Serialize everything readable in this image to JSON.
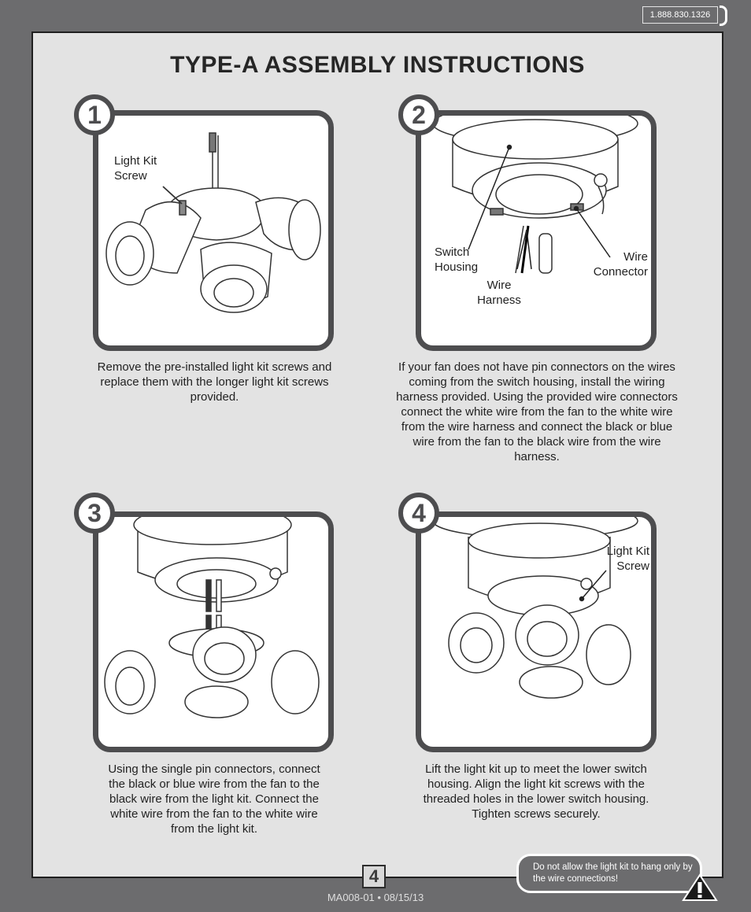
{
  "header": {
    "phone": "1.888.830.1326",
    "phone_icon": "phone-icon"
  },
  "title": "TYPE-A ASSEMBLY INSTRUCTIONS",
  "steps": [
    {
      "number": "1",
      "labels": [
        "Light Kit\nScrew"
      ],
      "caption": "Remove the pre-installed light kit screws and replace them with the longer light kit screws provided."
    },
    {
      "number": "2",
      "labels": [
        "Switch\nHousing",
        "Wire\nHarness",
        "Wire\nConnector"
      ],
      "caption": "If your fan does not have pin connectors on the wires coming from the switch housing, install the wiring harness provided. Using the provided wire connectors connect the white wire from the fan to the white wire from the wire harness and connect the black or blue wire from the fan to the black wire from the wire harness."
    },
    {
      "number": "3",
      "labels": [],
      "caption": "Using the single pin connectors, connect the black or blue wire from the fan to the black wire from the light kit. Connect the white wire from the fan to the white wire from the light kit."
    },
    {
      "number": "4",
      "labels": [
        "Light Kit\nScrew"
      ],
      "caption": "Lift the light kit up to meet the lower switch housing. Align the light kit screws with the threaded holes in the lower switch housing. Tighten screws securely."
    }
  ],
  "footer": {
    "page_number": "4",
    "doc_code": "MA008-01 • 08/15/13",
    "warning": "Do not allow the light kit to hang only by the wire connections!",
    "warning_icon": "warning-triangle-icon"
  }
}
